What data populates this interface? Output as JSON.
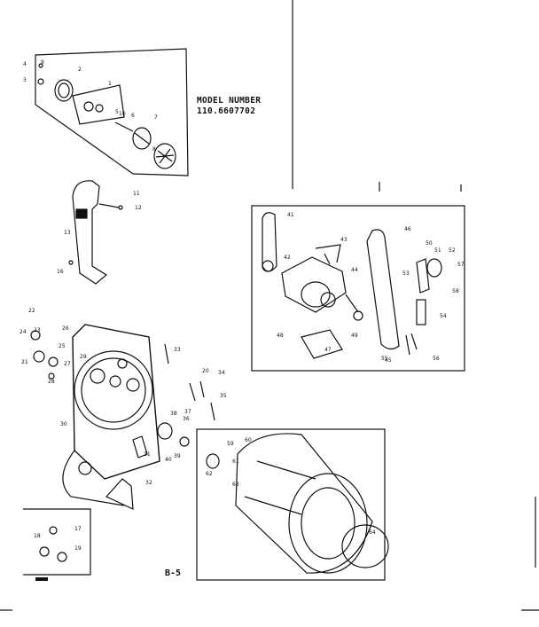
{
  "model": {
    "heading": "MODEL NUMBER",
    "number": "110.6607702"
  },
  "page_number": "B-5",
  "callouts": [
    "1",
    "2",
    "3",
    "4",
    "5",
    "6",
    "7",
    "8",
    "9",
    "10",
    "11",
    "12",
    "13",
    "16",
    "17",
    "18",
    "19",
    "20",
    "21",
    "22",
    "23",
    "24",
    "25",
    "26",
    "27",
    "28",
    "29",
    "30",
    "31",
    "32",
    "33",
    "34",
    "35",
    "36",
    "37",
    "38",
    "39",
    "40",
    "41",
    "42",
    "43",
    "44",
    "45",
    "46",
    "47",
    "48",
    "49",
    "50",
    "51",
    "52",
    "53",
    "54",
    "55",
    "56",
    "57",
    "58",
    "59",
    "60",
    "61",
    "62",
    "63",
    "64"
  ]
}
